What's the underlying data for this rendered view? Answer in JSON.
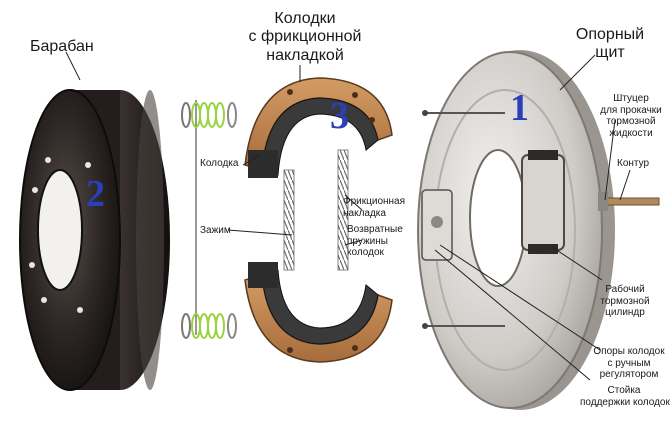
{
  "labels": {
    "drum": "Барабан",
    "shoes_title_1": "Колодки",
    "shoes_title_2": "с фрикционной",
    "shoes_title_3": "накладкой",
    "backplate_1": "Опорный",
    "backplate_2": "щит",
    "shoe": "Колодка",
    "clamp": "Зажим",
    "lining_1": "Фрикционная",
    "lining_2": "накладка",
    "springs_1": "Возвратные",
    "springs_2": "пружины",
    "springs_3": "колодок",
    "bleeder_1": "Штуцер",
    "bleeder_2": "для прокачки",
    "bleeder_3": "тормозной",
    "bleeder_4": "жидкости",
    "contour": "Контур",
    "cylinder_1": "Рабочий",
    "cylinder_2": "тормозной",
    "cylinder_3": "цилиндр",
    "supports_1": "Опоры колодок",
    "supports_2": "с ручным",
    "supports_3": "регулятором",
    "post_1": "Стойка",
    "post_2": "поддержки колодок"
  },
  "numbers": {
    "drum": "2",
    "shoes": "3",
    "backplate": "1"
  },
  "colors": {
    "number": "#2b3fb8",
    "drum_dark": "#2a2624",
    "plate_light": "#d9d6d2",
    "lining": "#c48a52",
    "spring": "#7a7a7a",
    "clamp_spring": "#8fcf3a"
  }
}
